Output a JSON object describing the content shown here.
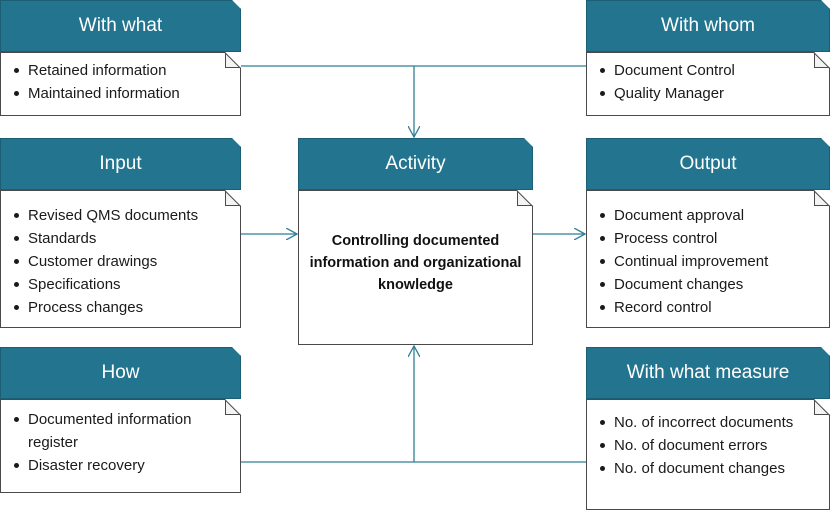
{
  "colors": {
    "header_fill": "#23758f",
    "header_text": "#ffffff",
    "connector": "#2f7f93",
    "border": "#4a4a4a"
  },
  "with_what": {
    "title": "With what",
    "items": [
      "Retained information",
      "Maintained information"
    ]
  },
  "with_whom": {
    "title": "With whom",
    "items": [
      "Document Control",
      "Quality Manager"
    ]
  },
  "input": {
    "title": "Input",
    "items": [
      "Revised QMS documents",
      "Standards",
      "Customer drawings",
      "Specifications",
      "Process changes"
    ]
  },
  "activity": {
    "title": "Activity",
    "text": "Controlling documented information and organizational knowledge"
  },
  "output": {
    "title": "Output",
    "items": [
      "Document approval",
      "Process control",
      "Continual improvement",
      "Document changes",
      "Record control"
    ]
  },
  "how": {
    "title": "How",
    "items": [
      "Documented information register",
      "Disaster recovery"
    ]
  },
  "with_what_measure": {
    "title": "With what measure",
    "items": [
      "No. of incorrect documents",
      "No. of document errors",
      "No. of document changes"
    ]
  }
}
